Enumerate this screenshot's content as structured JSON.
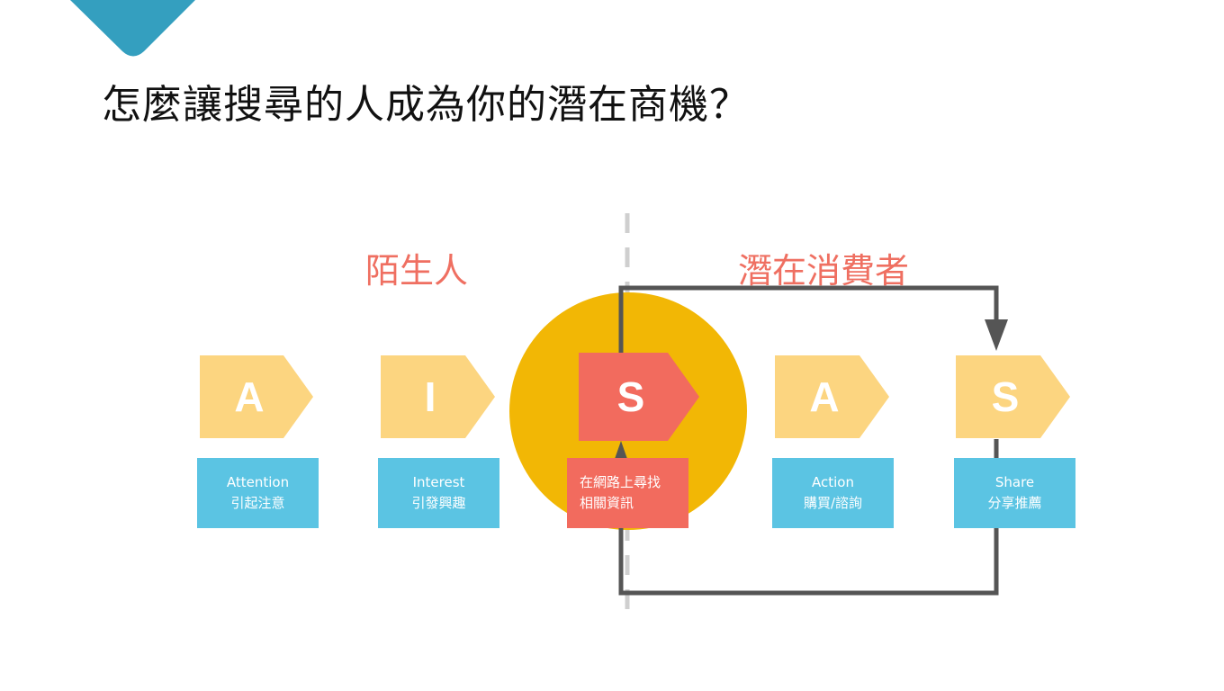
{
  "title": "怎麼讓搜尋的人成為你的潛在商機？",
  "groups": {
    "stranger": "陌生人",
    "potential": "潛在消費者"
  },
  "steps": [
    {
      "letter": "A",
      "en": "Attention",
      "zh": "引起注意"
    },
    {
      "letter": "I",
      "en": "Interest",
      "zh": "引發興趣"
    },
    {
      "letter": "S",
      "line1": "在網路上尋找",
      "line2": "相關資訊"
    },
    {
      "letter": "A",
      "en": "Action",
      "zh": "購買/諮詢"
    },
    {
      "letter": "S",
      "en": "Share",
      "zh": "分享推薦"
    }
  ],
  "colors": {
    "yellow": "#fcd580",
    "red": "#f26b5e",
    "blue": "#5bc4e3",
    "circle": "#f2b705",
    "accent": "#ef6f61",
    "corner": "#349fbf",
    "line": "#555555"
  }
}
